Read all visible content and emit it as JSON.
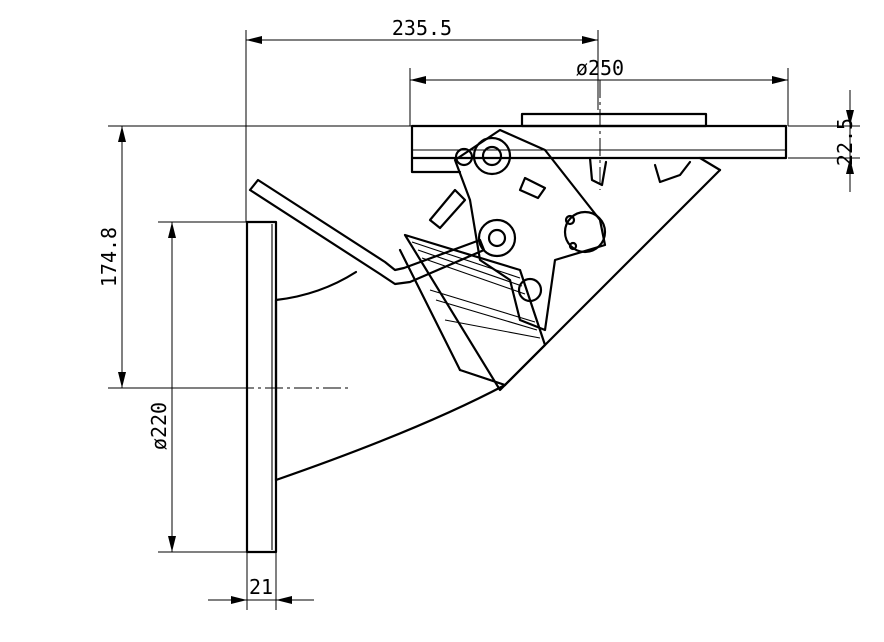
{
  "dimensions": {
    "top_width": "235.5",
    "plate_diameter": "ø250",
    "plate_thickness": "22.5",
    "height": "174.8",
    "flange_diameter": "ø220",
    "flange_thickness": "21"
  }
}
